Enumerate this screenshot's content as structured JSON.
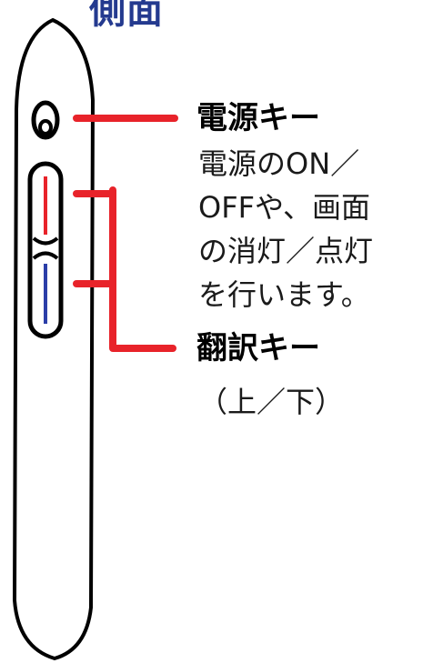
{
  "title": "側面",
  "callouts": {
    "power_key": {
      "title": "電源キー",
      "description_lines": [
        "電源のON／",
        "OFFや、画面",
        "の消灯／点灯",
        "を行います。"
      ]
    },
    "translate_key": {
      "title": "翻訳キー",
      "subtitle": "（上／下）"
    }
  },
  "colors": {
    "title": "#243a8f",
    "leader_line": "#e8232a",
    "volume_up_stripe": "#e8232a",
    "volume_down_stripe": "#2b3ea8",
    "outline": "#000000"
  }
}
